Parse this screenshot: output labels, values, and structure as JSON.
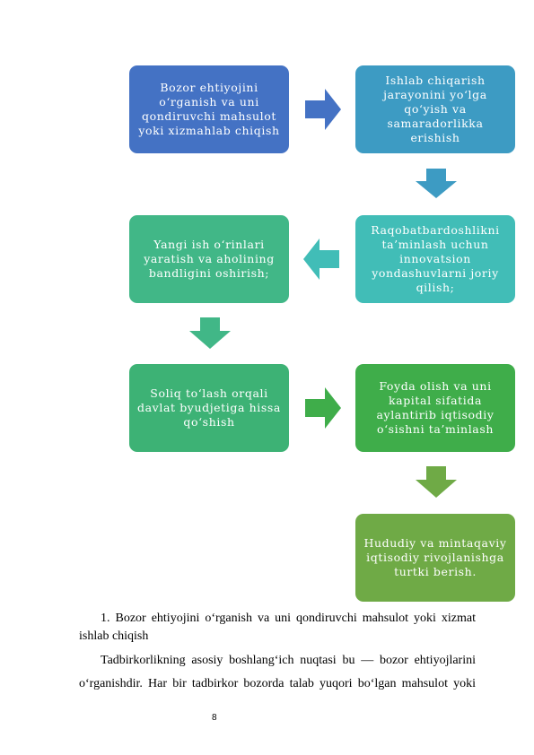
{
  "diagram": {
    "boxes": [
      {
        "id": "b1",
        "text": "Bozor ehtiyojini o‘rganish va uni qondiruvchi mahsulot yoki xizmahlab chiqish",
        "color": "#4472C4"
      },
      {
        "id": "b2",
        "text": "Ishlab chiqarish jarayonini yo‘lga qo‘yish va samaradorlikka erishish",
        "color": "#3D9BC3"
      },
      {
        "id": "b3",
        "text": "Raqobatbardoshlikni ta’minlash uchun innovatsion yondashuvlarni joriy qilish;",
        "color": "#41BDB7"
      },
      {
        "id": "b4",
        "text": "Yangi ish o‘rinlari yaratish va aholining bandligini oshirish;",
        "color": "#41B787"
      },
      {
        "id": "b5",
        "text": "Soliq to‘lash orqali davlat byudjetiga hissa qo‘shish",
        "color": "#3DB275"
      },
      {
        "id": "b6",
        "text": "Foyda olish va uni kapital sifatida aylantirib iqtisodiy o‘sishni ta’minlash",
        "color": "#3FAD4A"
      },
      {
        "id": "b7",
        "text": "Hududiy va mintaqaviy iqtisodiy rivojlanishga turtki berish.",
        "color": "#6FAA46"
      }
    ],
    "arrow_colors": {
      "a1": "#4472C4",
      "a2": "#3D9BC3",
      "a3": "#41BDB7",
      "a4": "#41B787",
      "a5": "#3FAD4A",
      "a6": "#6FAA46"
    }
  },
  "text": {
    "heading_line1": "1.  Bozor  ehtiyojini  o‘rganish  va  uni  qondiruvchi  mahsulot  yoki  xizmat",
    "heading_line2": "ishlab chiqish",
    "para_line1": "Tadbirkorlikning  asosiy  boshlang‘ich  nuqtasi  bu  —  bozor  ehtiyojlarini",
    "para_line2": "o‘rganishdir.  Har  bir  tadbirkor  bozorda  talab  yuqori  bo‘lgan  mahsulot  yoki"
  },
  "page_number": "8"
}
